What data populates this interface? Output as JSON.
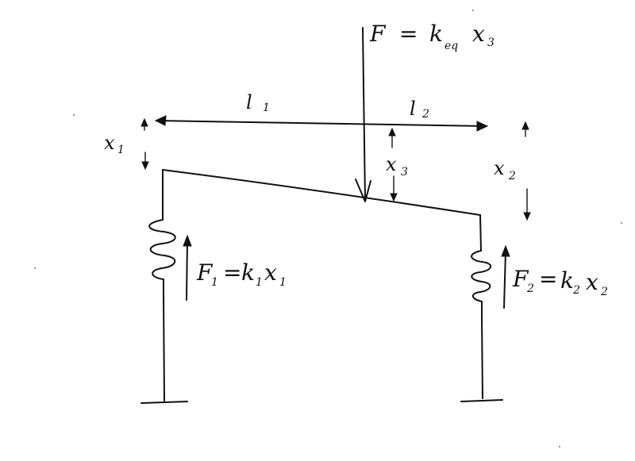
{
  "diagram": {
    "labels": {
      "F": "F",
      "eq_F": "=",
      "k_eq_k": "k",
      "k_eq_sub": "eq",
      "x3_top": "x",
      "x3_top_sub": "3",
      "l1_l": "l",
      "l1_sub": "1",
      "l2_l": "l",
      "l2_sub": "2",
      "x1": "x",
      "x1_sub": "1",
      "x2": "x",
      "x2_sub": "2",
      "x3": "x",
      "x3_sub": "3",
      "F1": "F",
      "F1_sub": "1",
      "eq_1": "=",
      "k1": "k",
      "k1_sub": "1",
      "x1_b": "x",
      "x1_b_sub": "1",
      "F2": "F",
      "F2_sub": "2",
      "eq_2": "=",
      "k2": "k",
      "k2_sub": "2",
      "x2_b": "x",
      "x2_b_sub": "2"
    },
    "ink_color": "#111111",
    "paper_color": "#ffffff"
  }
}
